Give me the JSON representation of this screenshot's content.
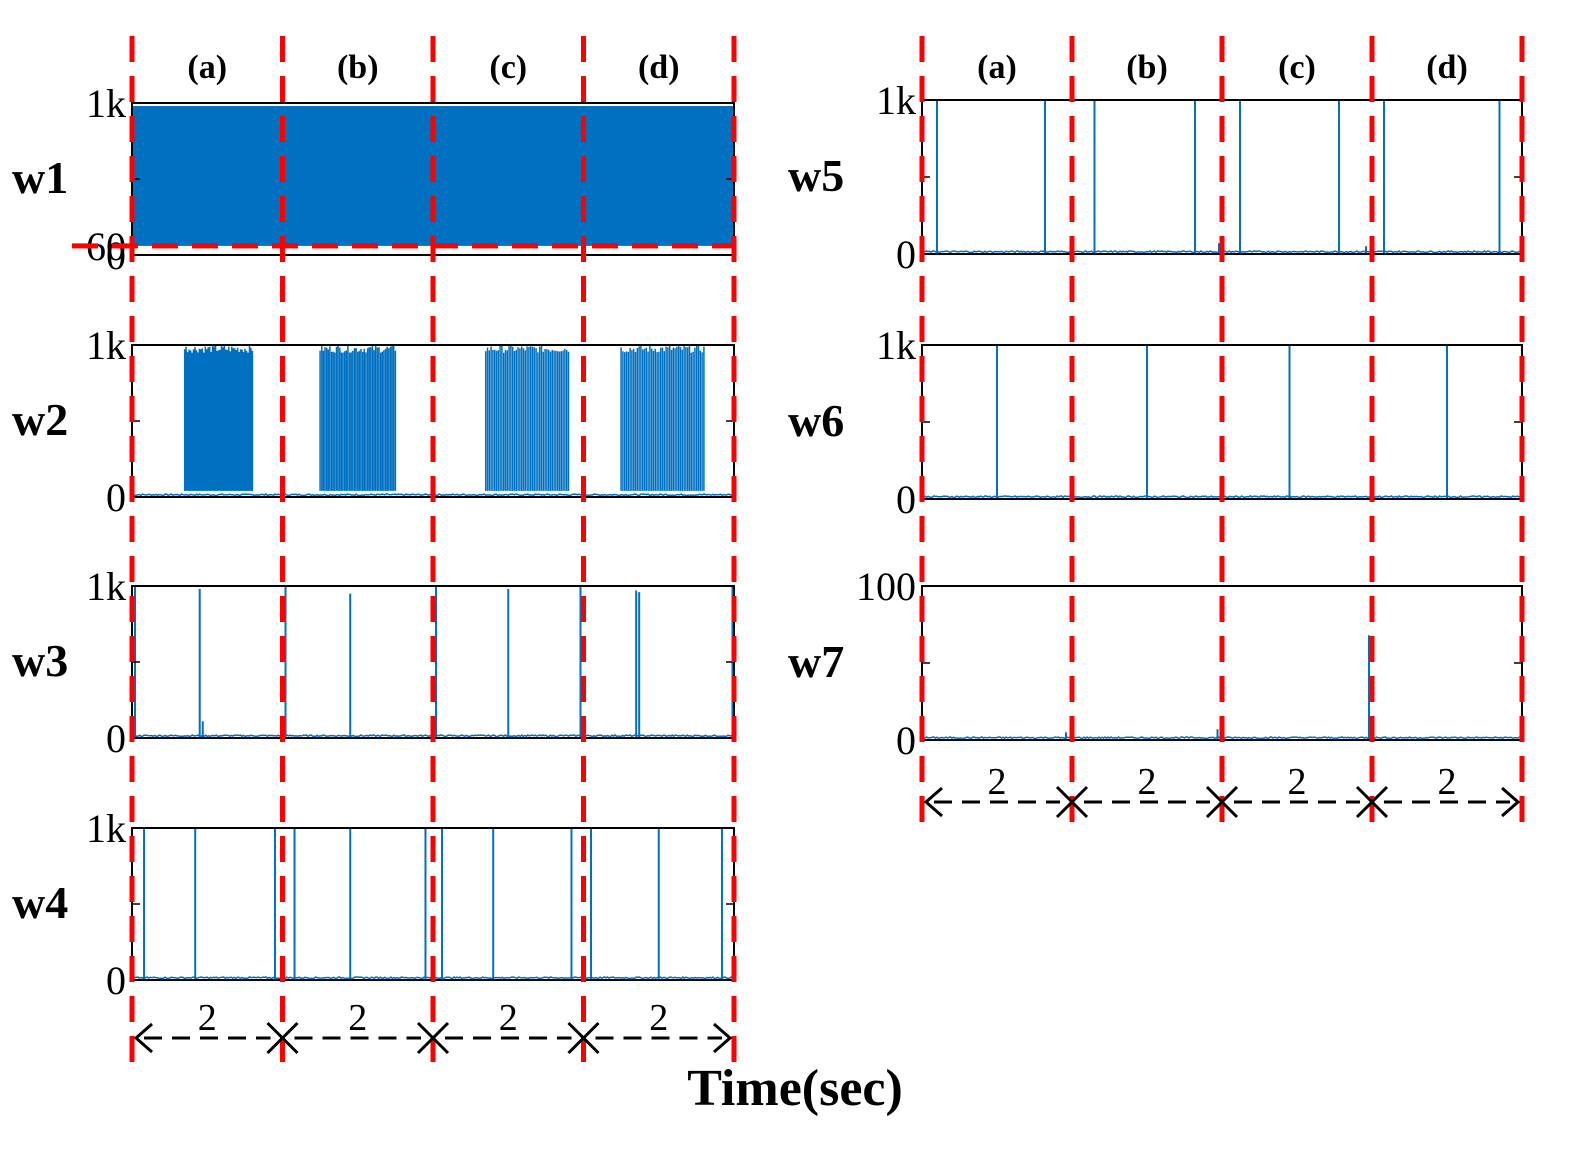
{
  "colors": {
    "series": "#0070c0",
    "boundary": "#ff0000",
    "axis": "#000000"
  },
  "chart_data": {
    "type": "line",
    "xlabel": "Time(sec)",
    "segment_labels": [
      "(a)",
      "(b)",
      "(c)",
      "(d)"
    ],
    "segment_duration_label": "2",
    "x_unit": "sec",
    "panels": [
      {
        "name": "w1",
        "column": "left",
        "row": 0,
        "ylim": [
          0,
          1000
        ],
        "yticks": [
          "1k",
          "60",
          "0"
        ],
        "ytick_values": [
          1000,
          60,
          0
        ],
        "threshold": 60,
        "fill_band": [
          60,
          980
        ],
        "spikes": []
      },
      {
        "name": "w2",
        "column": "left",
        "row": 1,
        "ylim": [
          0,
          1000
        ],
        "yticks": [
          "1k",
          "0"
        ],
        "ytick_values": [
          1000,
          0
        ],
        "threshold": null,
        "bursts": [
          [
            0.35,
            0.8
          ],
          [
            1.25,
            1.75
          ],
          [
            2.35,
            2.9
          ],
          [
            3.25,
            3.8
          ]
        ],
        "spikes": []
      },
      {
        "name": "w3",
        "column": "left",
        "row": 2,
        "ylim": [
          0,
          1000
        ],
        "yticks": [
          "1k",
          "0"
        ],
        "ytick_values": [
          1000,
          0
        ],
        "threshold": null,
        "spikes": [
          [
            0.02,
            1000
          ],
          [
            0.45,
            980
          ],
          [
            0.47,
            110
          ],
          [
            1.02,
            1000
          ],
          [
            1.45,
            950
          ],
          [
            2.02,
            1000
          ],
          [
            2.5,
            980
          ],
          [
            2.98,
            1000
          ],
          [
            3.35,
            970
          ],
          [
            3.37,
            960
          ],
          [
            3.99,
            1000
          ]
        ]
      },
      {
        "name": "w4",
        "column": "left",
        "row": 3,
        "ylim": [
          0,
          1000
        ],
        "yticks": [
          "1k",
          "0"
        ],
        "ytick_values": [
          1000,
          0
        ],
        "threshold": null,
        "spikes": [
          [
            0.08,
            1000
          ],
          [
            0.42,
            1000
          ],
          [
            0.95,
            1000
          ],
          [
            1.08,
            1000
          ],
          [
            1.45,
            1000
          ],
          [
            1.95,
            1000
          ],
          [
            2.06,
            1000
          ],
          [
            2.4,
            1000
          ],
          [
            2.92,
            1000
          ],
          [
            3.05,
            1000
          ],
          [
            3.5,
            1000
          ],
          [
            3.92,
            1000
          ]
        ]
      },
      {
        "name": "w5",
        "column": "right",
        "row": 0,
        "ylim": [
          0,
          1000
        ],
        "yticks": [
          "1k",
          "0"
        ],
        "ytick_values": [
          1000,
          0
        ],
        "threshold": null,
        "spikes": [
          [
            0.1,
            1000
          ],
          [
            0.82,
            1000
          ],
          [
            1.0,
            80
          ],
          [
            1.15,
            1000
          ],
          [
            1.82,
            1000
          ],
          [
            1.98,
            70
          ],
          [
            2.12,
            1000
          ],
          [
            2.78,
            1000
          ],
          [
            2.96,
            50
          ],
          [
            3.08,
            1000
          ],
          [
            3.85,
            1000
          ]
        ]
      },
      {
        "name": "w6",
        "column": "right",
        "row": 1,
        "ylim": [
          0,
          1000
        ],
        "yticks": [
          "1k",
          "0"
        ],
        "ytick_values": [
          1000,
          0
        ],
        "threshold": null,
        "spikes": [
          [
            0.5,
            1000
          ],
          [
            1.5,
            1000
          ],
          [
            2.45,
            1000
          ],
          [
            3.5,
            1000
          ]
        ]
      },
      {
        "name": "w7",
        "column": "right",
        "row": 2,
        "ylim": [
          0,
          100
        ],
        "yticks": [
          "100",
          "0"
        ],
        "ytick_values": [
          100,
          0
        ],
        "threshold": null,
        "spikes": [
          [
            0.96,
            5
          ],
          [
            1.97,
            7
          ],
          [
            2.98,
            68
          ],
          [
            3.99,
            3
          ]
        ]
      }
    ]
  }
}
